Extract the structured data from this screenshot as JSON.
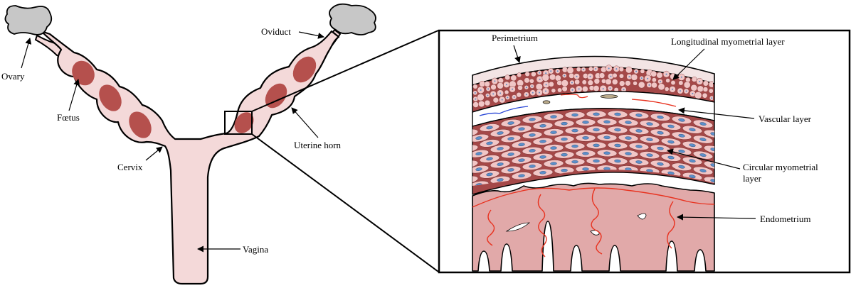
{
  "labels": {
    "ovary": "Ovary",
    "oviduct": "Oviduct",
    "foetus": "Fœtus",
    "cervix": "Cervix",
    "uterine_horn": "Uterine horn",
    "vagina": "Vagina",
    "perimetrium": "Perimetrium",
    "longitudinal": "Longitudinal myometrial layer",
    "vascular": "Vascular layer",
    "circular_1": "Circular myometrial",
    "circular_2": "layer",
    "endometrium": "Endometrium"
  },
  "colors": {
    "uterus_fill": "#f4d9d9",
    "foetus_fill": "#b5504d",
    "ovary_fill": "#c7c7c7",
    "muscle_dark": "#a54848",
    "cell_fill": "#f1c6c6",
    "nucleus_fill": "#5b8fc9",
    "endometrium_fill": "#e1a9a9",
    "vessel_red": "#e8321f",
    "vessel_blue": "#2946d6"
  }
}
